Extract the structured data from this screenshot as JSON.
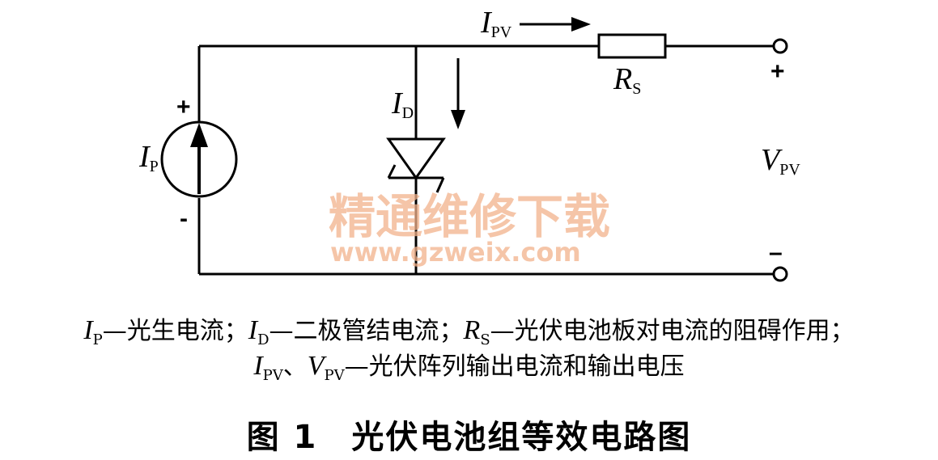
{
  "labels": {
    "i_pv_main": "I",
    "i_pv_sub": "PV",
    "r_s_main": "R",
    "r_s_sub": "S",
    "i_d_main": "I",
    "i_d_sub": "D",
    "i_p_main": "I",
    "i_p_sub": "P",
    "v_pv_main": "V",
    "v_pv_sub": "PV",
    "source_plus": "+",
    "source_minus": "-",
    "terminal_plus": "+",
    "terminal_minus": "–"
  },
  "watermark": {
    "chinese": "精通维修下载",
    "url": "www.gzweix.com"
  },
  "caption": {
    "line1": [
      {
        "sym": "I",
        "sub": "P",
        "text": "—光生电流；"
      },
      {
        "sym": "I",
        "sub": "D",
        "text": "—二极管结电流；"
      },
      {
        "sym": "R",
        "sub": "S",
        "text": "—光伏电池板对电流的阻碍作用；"
      }
    ],
    "line2": [
      {
        "sym": "I",
        "sub": "PV",
        "text": "、"
      },
      {
        "sym": "V",
        "sub": "PV",
        "text": "—光伏阵列输出电流和输出电压"
      }
    ]
  },
  "figure_title": "图 1　光伏电池组等效电路图",
  "colors": {
    "ink": "#000000",
    "watermark": "#f2b28c"
  }
}
